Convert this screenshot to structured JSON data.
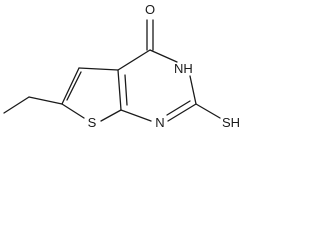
{
  "molecule": {
    "atoms": {
      "oxygen": "O",
      "nh": "NH",
      "sh": "SH",
      "sulfur": "S",
      "nitrogen": "N"
    }
  }
}
